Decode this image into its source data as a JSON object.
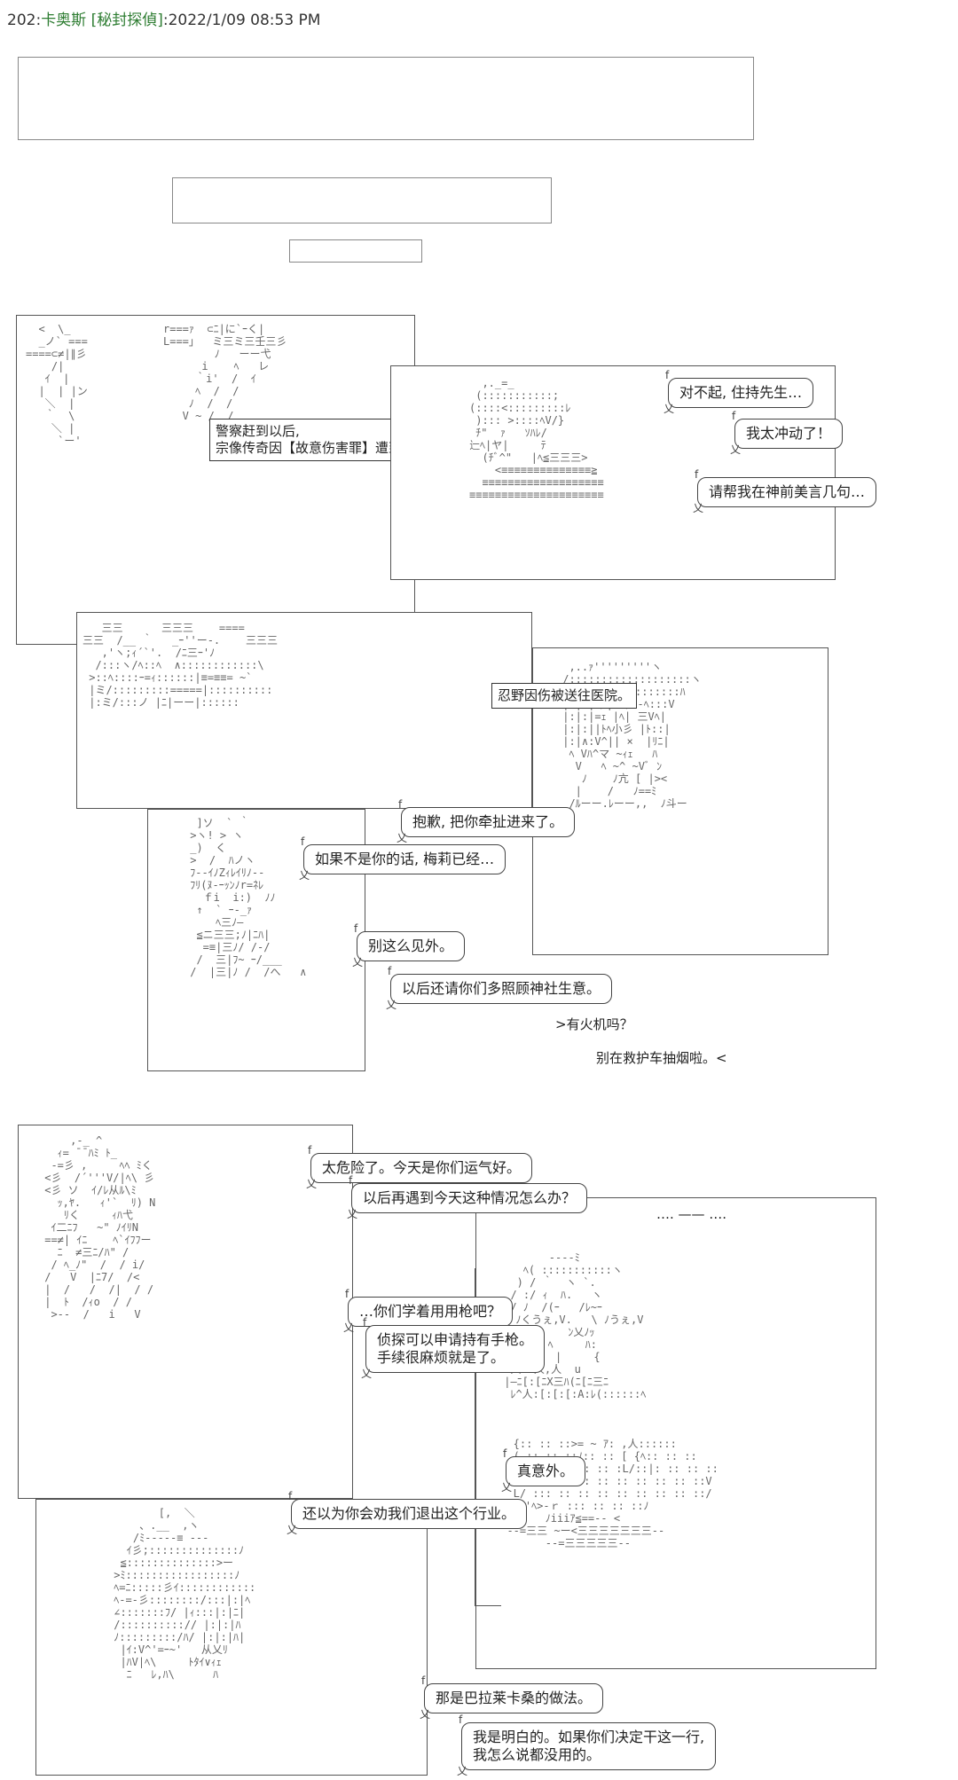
{
  "header": {
    "post_number": "202:",
    "author": "卡奥斯",
    "tag": "[秘封探偵]",
    "timestamp": ":2022/1/09 08:53 PM"
  },
  "captions": {
    "police": [
      "警察赶到以后,",
      "宗像传奇因【故意伤害罪】遭到拘捕。"
    ],
    "hospital": "忍野因伤被送往医院。"
  },
  "bubbles": {
    "b1": "对不起, 住持先生…",
    "b2": "我太冲动了！",
    "b3": "请帮我在神前美言几句…",
    "b4": "抱歉, 把你牵扯进来了。",
    "b5": "如果不是你的话, 梅莉已经…",
    "b6": "别这么见外。",
    "b7": "以后还请你们多照顾神社生意。",
    "b8": "太危险了。今天是你们运气好。",
    "b9": "以后再遇到今天这种情况怎么办？",
    "b10": "…你们学着用用枪吧？",
    "b11": [
      "侦探可以申请持有手枪。",
      "手续很麻烦就是了。"
    ],
    "b12": "真意外。",
    "b13": "还以为你会劝我们退出这个行业。",
    "b14": "那是巴拉莱卡桑的做法。",
    "b15": [
      "我是明白的。如果你们决定干这一行,",
      "我怎么说都没用的。"
    ]
  },
  "plain_texts": {
    "lighter": ">有火机吗？",
    "no_smoking": "别在救护车抽烟啦。<",
    "dots": "…. —— …."
  },
  "ascii_art": {
    "p1_left": "  <  \\_\n  _ノ` ===\n====⊂≠|∥彡\n    /|\n   ｲ  |\n  |  | |ン\n   ＼  |\n   ｀  \\\n    ＼ |\n     `ー'",
    "p1_right": "r===ｧ  ⊂ﾆ|に`ｰく|\nL===」  ミ三ミ三壬三彡\n        ﾉ   ーー弋\n      i    ﾍ   レ\n     ｀i'  /  ｲ\n     ﾍ  /  /\n    ﾉ  /  /\n   V ~ /  /",
    "p2": "  ,._=_\n (:::::::::::;\n(::::<:::::::::ﾚ\n )::: >::::ﾍV/}\n ﾁ\"  ｧ   ｿﾊﾚ/\n辷ﾍ|ヤ|     ﾃ\n  (ﾁﾞ^\"   |ﾍ≦三三三>\n    <≡≡≡≡≡≡≡≡≡≡≡≡≡≡≧\n  ≡≡≡≡≡≡≡≡≡≡≡≡≡≡≡≡≡≡≡\n≡≡≡≡≡≡≡≡≡≡≡≡≡≡≡≡≡≡≡≡≡",
    "p3": "   三三      三三三    ====\n三三  /__ ｀   _ｰ''ー-.    三三三\n   ,'ヽ;ｨ´`'.  /ﾆ三ｰ'ﾉ\n  /:::ヽ/ﾍ::ﾍ  ∧::::::::::::\\\n >::ﾍ::::ｰ=ｨ::::::|≡=≡≡= ~`\n |ミ/:::::::::=====|::::::::::\n |:ミ/:::ノ |ﾆ|ーー|::::::",
    "p4": "  ,..ｧ'''''''''ヽ\n /:::::::::::::::::::ヽ\n i=三::::/´ヽ:::::::ﾊ\n |:|:|ﾍ/|∧:/ﾄ-ﾍ:::V\n |:|:|=ｪ |ﾍ| 三Vﾍ|\n |:|:||ﾄﾍ小彡 |ﾄ::|\n |:|∧:V^|| ×  |ﾘﾆ|\n  ﾍ Vﾊ^マ ~ｨｪ   ﾊ\n   V   ﾍ ~^ ~Vﾞ ﾝ\n    ﾉ    ﾉ亢 [ |><\n   |    /   ﾉ==ﾐ\n  /ﾙーー.ﾚーー,,  ﾉ斗ー",
    "p5": "  ]ソ  ` ｀\n >ヽ! > ヽ\n _)  く\n >  /  ﾊノヽ\n ﾌ--ｲﾉZｨﾚｲﾘﾉ--\n ﾌﾘ(ﾇ-ｰｯﾝﾉr=ﾈﾚ\n   ｆi  i:)  ﾉﾉ\n  ↑  ` ｰ-_ｧ\n     ﾍ三ﾉ―\n  ≦ニ三三;ﾉ|ﾆﾊ|\n   =≡|三ﾉ/ /-/\n  /  三|ﾌ~ ｰ/___\n /  |三|ﾉ /  /へ   ∧",
    "p6": "     ,-_ ^\n   ｨ= ¯¯ﾊﾐ ﾄ_\n  -=彡 ,     ﾍﾍ ﾐく\n <彡  /´'''V/|ﾍ\\ 彡\n <彡 ソ  ｲ/ﾚ从ﾙ\\ﾐ\n   ｯ,ﾔ.   ｨ'`  ﾘ) N\n    ﾘく     ｨﾊ弋\n  ｲ二ﾆﾌ   ~\" ﾉｲﾘN\n ==≠| ｲﾆ    ﾍ`ｲﾌﾌー\n   ﾆ  ≠三ﾆ/ﾊ\" /\n  / ﾍ_ﾉ\"  /  / i/\n /   V  |ﾆ7/  /<\n |  /   /  /|  / /\n |  ﾄ  /ｨo  / /\n  >--  /   i   V",
    "p7": "        ----ﾐ\n    ﾍ( :::::::::::ヽ\n   ) / ｀  ヽ `.\n  / :/ ｨ  ﾊ.   ヽ\n  / ﾉ  /(ｰ   /ﾚ~ｰ\n ﾊ ﾉくうぇ,V.   \\ ﾉうぇ,V\n ﾄ乂ﾝ(ﾉｯ    ﾝ乂ﾉｯ\n  ﾌ. :  ﾍ     ﾊ:\n  {  (   |     {\n  人  人,人  u\n |—ﾆ[:[ﾆX三ﾊ(ﾆ[ﾆ三ﾆ\n  ﾚ^人:[:[:[:A:ﾚ(::::::ﾍ",
    "p8": "   {:: :: ::>= ~ ｱ: ,人::::::\n   ( :: :: ::ﾉ:: :: [ {ﾍ:: :: ::\n   V:: :: :: :: :: :L/::|: :: :: ::\n   {:: :: :: :: :: :: :: :: :: ::V\n   L/ ::: :: :: :: :: :: :: :: ::/\n    ｰ'ﾍ>-ｒ ::: :: :: ::ﾉ\n        ﾉiiiｱ≦==-- <\n  --=三三 ~ー<三三三三三三三--\n        --=三三三三三--",
    "p9": "        [,  ＼\n     、.__  ,ヽ\n    /ﾐ-----≡ ---\n   ｲ彡;::::::::::::::ﾉ\n  ≦::::::::::::::>ー\n >ﾐ:::::::::::::::::ﾉ\n ﾍ=ﾆ:::::彡ｲ::::::::::::\n ﾍ-=-彡::::::::/:::|:|ﾍ\n ∠:::::::ﾌ/ |ｨ:::|:|ﾆ|\n /::::::::::// |:|:|ﾊ\n ﾉ:::::::::/ﾊ/ |:|:|ﾊ|\n  |ｲ:V^'=ｰ~'   从乂ﾘ\n  |ﾊV|ﾍ\\     ﾄﾀｲ∨ｨｪ\n   ﾆ   ﾚ,ﾊ\\      ﾊ"
  }
}
